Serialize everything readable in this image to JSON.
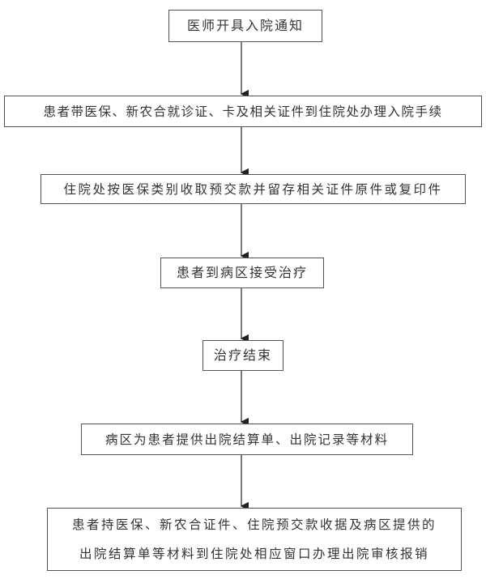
{
  "steps": [
    {
      "lines": [
        "医师开具入院通知"
      ]
    },
    {
      "lines": [
        "患者带医保、新农合就诊证、卡及相关证件到住院处办理入院手续"
      ]
    },
    {
      "lines": [
        "住院处按医保类别收取预交款并留存相关证件原件或复印件"
      ]
    },
    {
      "lines": [
        "患者到病区接受治疗"
      ]
    },
    {
      "lines": [
        "治疗结束"
      ]
    },
    {
      "lines": [
        "病区为患者提供出院结算单、出院记录等材料"
      ]
    },
    {
      "lines": [
        "患者持医保、新农合证件、住院预交款收据及病区提供的",
        "出院结算单等材料到住院处相应窗口办理出院审核报销"
      ]
    }
  ],
  "colors": {
    "line": "#333333",
    "border": "#555555"
  }
}
